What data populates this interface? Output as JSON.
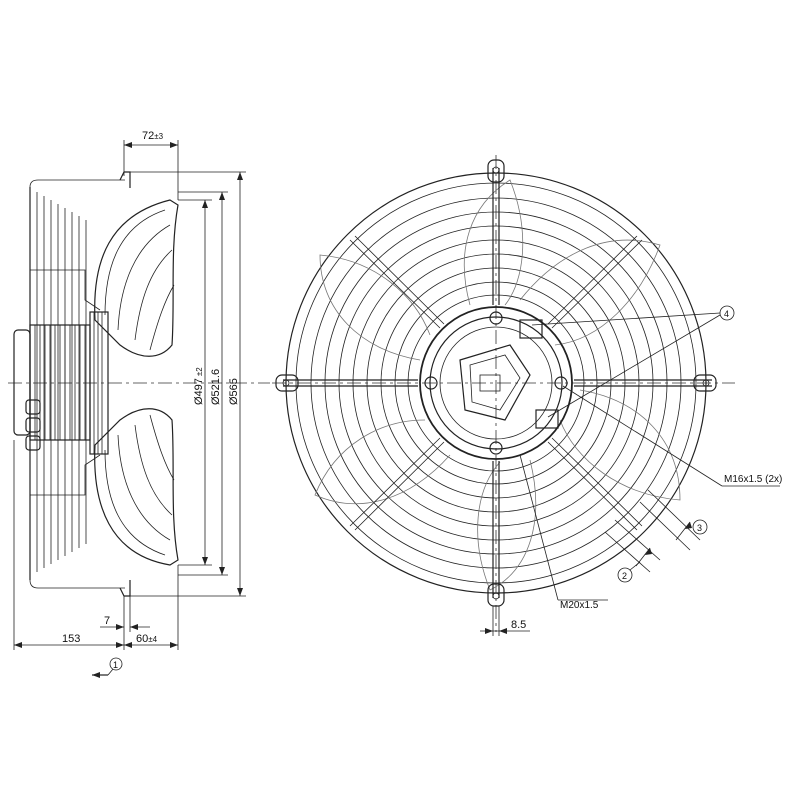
{
  "dimensions": {
    "top_depth": "72",
    "top_depth_tol": "±3",
    "dia_inner": "Ø497",
    "dia_inner_tol": "±2",
    "dia_mid": "Ø521.6",
    "dia_outer": "Ø565",
    "bottom_small": "7",
    "bottom_depth": "60",
    "bottom_depth_tol": "±4",
    "overall_depth": "153",
    "slot_width": "8.5",
    "thread_side": "M16x1.5 (2x)",
    "thread_bottom": "M20x1.5"
  },
  "callouts": {
    "c1": "1",
    "c2": "2",
    "c3": "3",
    "c4": "4"
  }
}
